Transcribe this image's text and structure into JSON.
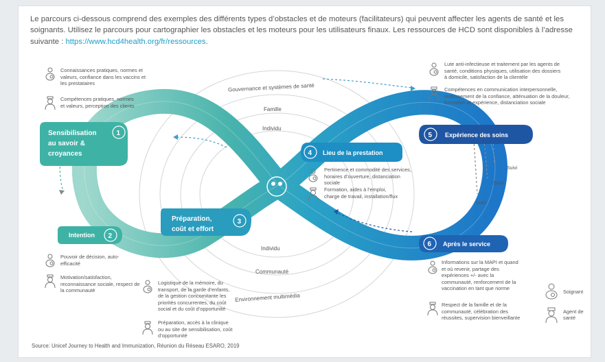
{
  "intro": {
    "text": "Le parcours ci-dessous comprend des exemples des différents types d’obstacles et de moteurs (facilitateurs) qui peuvent affecter les agents de santé et les soignants. Utilisez le parcours pour cartographier les obstacles et les moteurs pour les utilisateurs finaux. Les ressources de HCD sont disponibles à l’adresse suivante : ",
    "link": "https://www.hcd4health.org/fr/ressources",
    "tail": "."
  },
  "rings": {
    "outer": "Gouvernance et systèmes de santé",
    "family": "Famille",
    "individual_top": "Individu",
    "individual_bottom": "Individu",
    "community": "Communauté",
    "media": "Environnement multimédia"
  },
  "stages": [
    {
      "number": "1",
      "label_line1": "Sensibilisation",
      "label_line2": "au savoir &",
      "label_line3": "croyances",
      "color": "#3fb2a6"
    },
    {
      "number": "2",
      "label": "Intention",
      "color": "#3fb2a6"
    },
    {
      "number": "3",
      "label_line1": "Préparation,",
      "label_line2": "coût et effort",
      "color": "#2a9cbe"
    },
    {
      "number": "4",
      "label": "Lieu de la prestation",
      "color": "#1d8fc4"
    },
    {
      "number": "5",
      "label": "Expérience des soins",
      "color": "#1f56a3"
    },
    {
      "number": "6",
      "label": "Après le service",
      "color": "#1f63b3"
    }
  ],
  "notes": {
    "s1_caregiver": "Connaissances pratiques, normes et valeurs, confiance dans les vaccins et les prestataires",
    "s1_worker": "Compétences pratiques, normes et valeurs, perception des clients",
    "s2_caregiver": "Pouvoir de décision, auto-efficacité",
    "s2_worker": "Motivation/satisfaction, reconnaissance sociale, respect de la communauté",
    "s3_caregiver": "Logistique de la mémoire, du transport, de la garde d’enfants, de la gestion concomitante les priorités concurrentes, du coût social et du coût d’opportunité",
    "s3_worker": "Préparation, accès à la clinique ou au site de sensibilisation, coût d’opportunité",
    "s4_caregiver": "Pertinence et commodité des services, horaires d’ouverture, distanciation sociale",
    "s4_worker": "Formation, aides à l’emploi, charge de travail, installation/flux",
    "s5_caregiver": "Lute anti-infectieuse et traitement par les agents de santé, conditions physiques, utilisation des dossiers à domicile, satisfaction de la clientèle",
    "s5_worker": "Compétences en communication interpersonnelle, renforcement de la confiance, atténuation de la douleur, formation et expérience, distanciation sociale",
    "s6_caregiver": "Informations sur la MAPI et quand et où revenir, partage des expériences +/- avec la communauté, renforcement de la vaccination en tant que norme",
    "s6_worker": "Respect de la famille et de la communauté, célébration des réussites, supervision bienveillante"
  },
  "suivi": [
    "Suivi",
    "Suivi",
    "Suivi"
  ],
  "legend": {
    "caregiver": "Soignant",
    "worker_line1": "Agent de",
    "worker_line2": "santé"
  },
  "source": "Source: Unicef Journey to Health and Immunization, Réunion du Réseau ESARO, 2019",
  "colors": {
    "teal": "#3fb2a6",
    "blue": "#1f63b3",
    "text": "#555555",
    "link": "#1aa0c8"
  }
}
